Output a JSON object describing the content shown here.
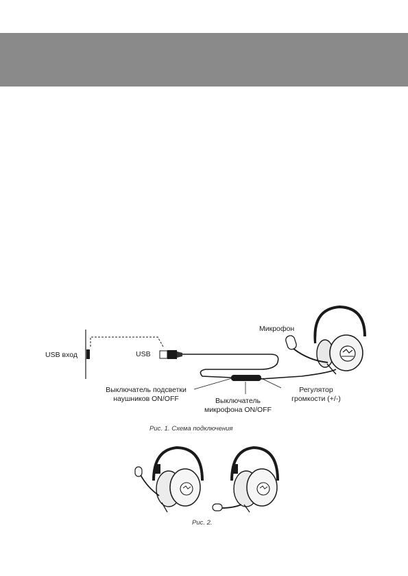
{
  "header": {
    "band_color": "#8a8a8a"
  },
  "figure1": {
    "labels": {
      "usb_port": "USB вход",
      "usb": "USB",
      "microphone": "Микрофон",
      "light_switch": [
        "Выключатель подсветки",
        "наушников ON/OFF"
      ],
      "mic_switch": [
        "Выключатель",
        "микрофона ON/OFF"
      ],
      "volume": [
        "Регулятор",
        "громкости (+/-)"
      ]
    },
    "caption": "Рис. 1. Схема подключения"
  },
  "figure2": {
    "caption": "Рис. 2."
  }
}
